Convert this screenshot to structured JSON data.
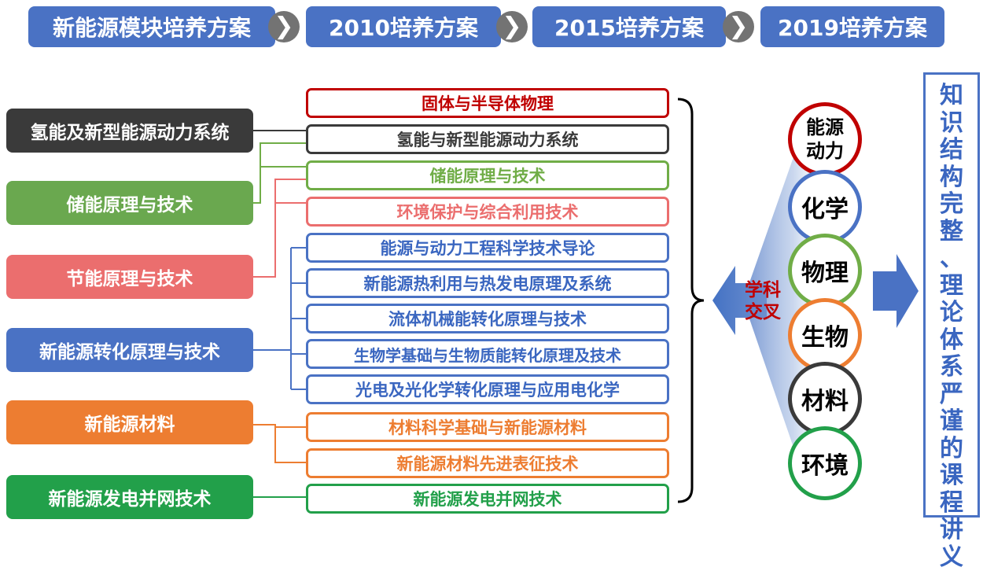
{
  "timeline": {
    "items": [
      "新能源模块培养方案",
      "2010培养方案",
      "2015培养方案",
      "2019培养方案"
    ],
    "arrow_icon": "chevron-right"
  },
  "modules": [
    {
      "label": "氢能及新型能源动力系统",
      "color": "#3a3a3a"
    },
    {
      "label": "储能原理与技术",
      "color": "#6aa84f"
    },
    {
      "label": "节能原理与技术",
      "color": "#eb6e6e"
    },
    {
      "label": "新能源转化原理与技术",
      "color": "#4a72c4"
    },
    {
      "label": "新能源材料",
      "color": "#ed7d31"
    },
    {
      "label": "新能源发电并网技术",
      "color": "#22a04a"
    }
  ],
  "courses": [
    {
      "label": "固体与半导体物理",
      "color": "#c00000"
    },
    {
      "label": "氢能与新型能源动力系统",
      "color": "#3a3a3a"
    },
    {
      "label": "储能原理与技术",
      "color": "#70ad47"
    },
    {
      "label": "环境保护与综合利用技术",
      "color": "#eb6e6e"
    },
    {
      "label": "能源与动力工程科学技术导论",
      "color": "#4a72c4"
    },
    {
      "label": "新能源热利用与热发电原理及系统",
      "color": "#4a72c4"
    },
    {
      "label": "流体机械能转化原理与技术",
      "color": "#4a72c4"
    },
    {
      "label": "生物学基础与生物质能转化原理及技术",
      "color": "#4a72c4"
    },
    {
      "label": "光电及光化学转化原理与应用电化学",
      "color": "#4a72c4"
    },
    {
      "label": "材料科学基础与新能源材料",
      "color": "#ed7d31"
    },
    {
      "label": "新能源材料先进表征技术",
      "color": "#ed7d31"
    },
    {
      "label": "新能源发电并网技术",
      "color": "#22a04a"
    }
  ],
  "cross": {
    "line1": "学科",
    "line2": "交叉",
    "color": "#c00000"
  },
  "disciplines": [
    {
      "line1": "能源",
      "line2": "动力",
      "color": "#c00000"
    },
    {
      "line1": "化学",
      "color": "#4a72c4"
    },
    {
      "line1": "物理",
      "color": "#70ad47"
    },
    {
      "line1": "生物",
      "color": "#ed7d31"
    },
    {
      "line1": "材料",
      "color": "#3a3a3a"
    },
    {
      "line1": "环境",
      "color": "#22a04a"
    }
  ],
  "outcome": {
    "text": "知识结构完整、理论体系严谨的课程讲义",
    "color": "#3a66c0"
  }
}
